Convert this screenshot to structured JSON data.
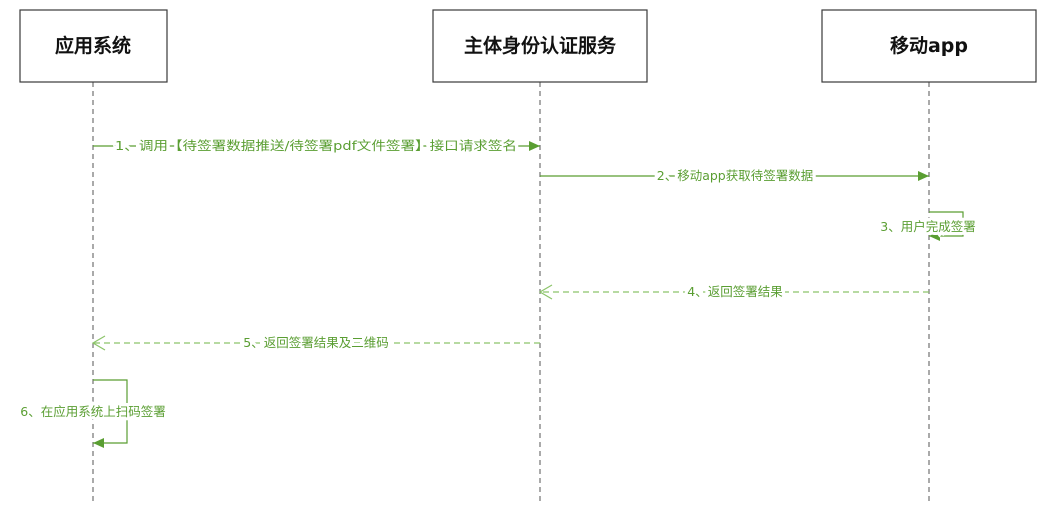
{
  "colors": {
    "message": "#5a9e32",
    "return": "#8cc46a",
    "lifeline": "#555555",
    "box_border": "#3a3a3a"
  },
  "participants": [
    {
      "id": "app-system",
      "label": "应用系统"
    },
    {
      "id": "auth-service",
      "label": "主体身份认证服务"
    },
    {
      "id": "mobile-app",
      "label": "移动app"
    }
  ],
  "messages": [
    {
      "id": "m1",
      "from": "app-system",
      "to": "auth-service",
      "kind": "sync",
      "label": "1、调用【待签署数据推送/待签署pdf文件签署】接口请求签名"
    },
    {
      "id": "m2",
      "from": "auth-service",
      "to": "mobile-app",
      "kind": "sync",
      "label": "2、移动app获取待签署数据"
    },
    {
      "id": "m3",
      "from": "mobile-app",
      "to": "mobile-app",
      "kind": "self",
      "label": "3、用户完成签署"
    },
    {
      "id": "m4",
      "from": "mobile-app",
      "to": "auth-service",
      "kind": "return",
      "label": "4、返回签署结果"
    },
    {
      "id": "m5",
      "from": "auth-service",
      "to": "app-system",
      "kind": "return",
      "label": "5、返回签署结果及二维码"
    },
    {
      "id": "m6",
      "from": "app-system",
      "to": "app-system",
      "kind": "self",
      "label": "6、在应用系统上扫码签署"
    }
  ]
}
